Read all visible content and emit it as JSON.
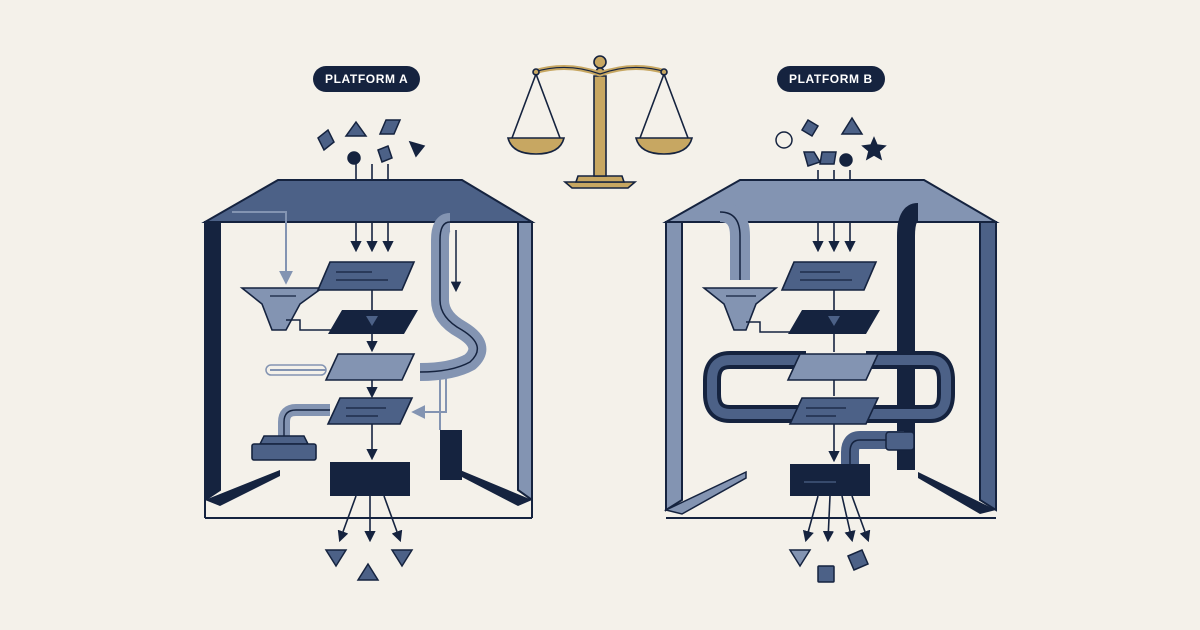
{
  "platforms": [
    {
      "label": "PLATFORM A"
    },
    {
      "label": "PLATFORM B"
    }
  ],
  "colors": {
    "background": "#f4f1ea",
    "navy": "#15233f",
    "slate": "#4c6187",
    "steel": "#8394b2",
    "scale_gold": "#c7a762"
  },
  "icons": [
    "balance-scale-icon",
    "input-shapes",
    "output-shapes"
  ]
}
